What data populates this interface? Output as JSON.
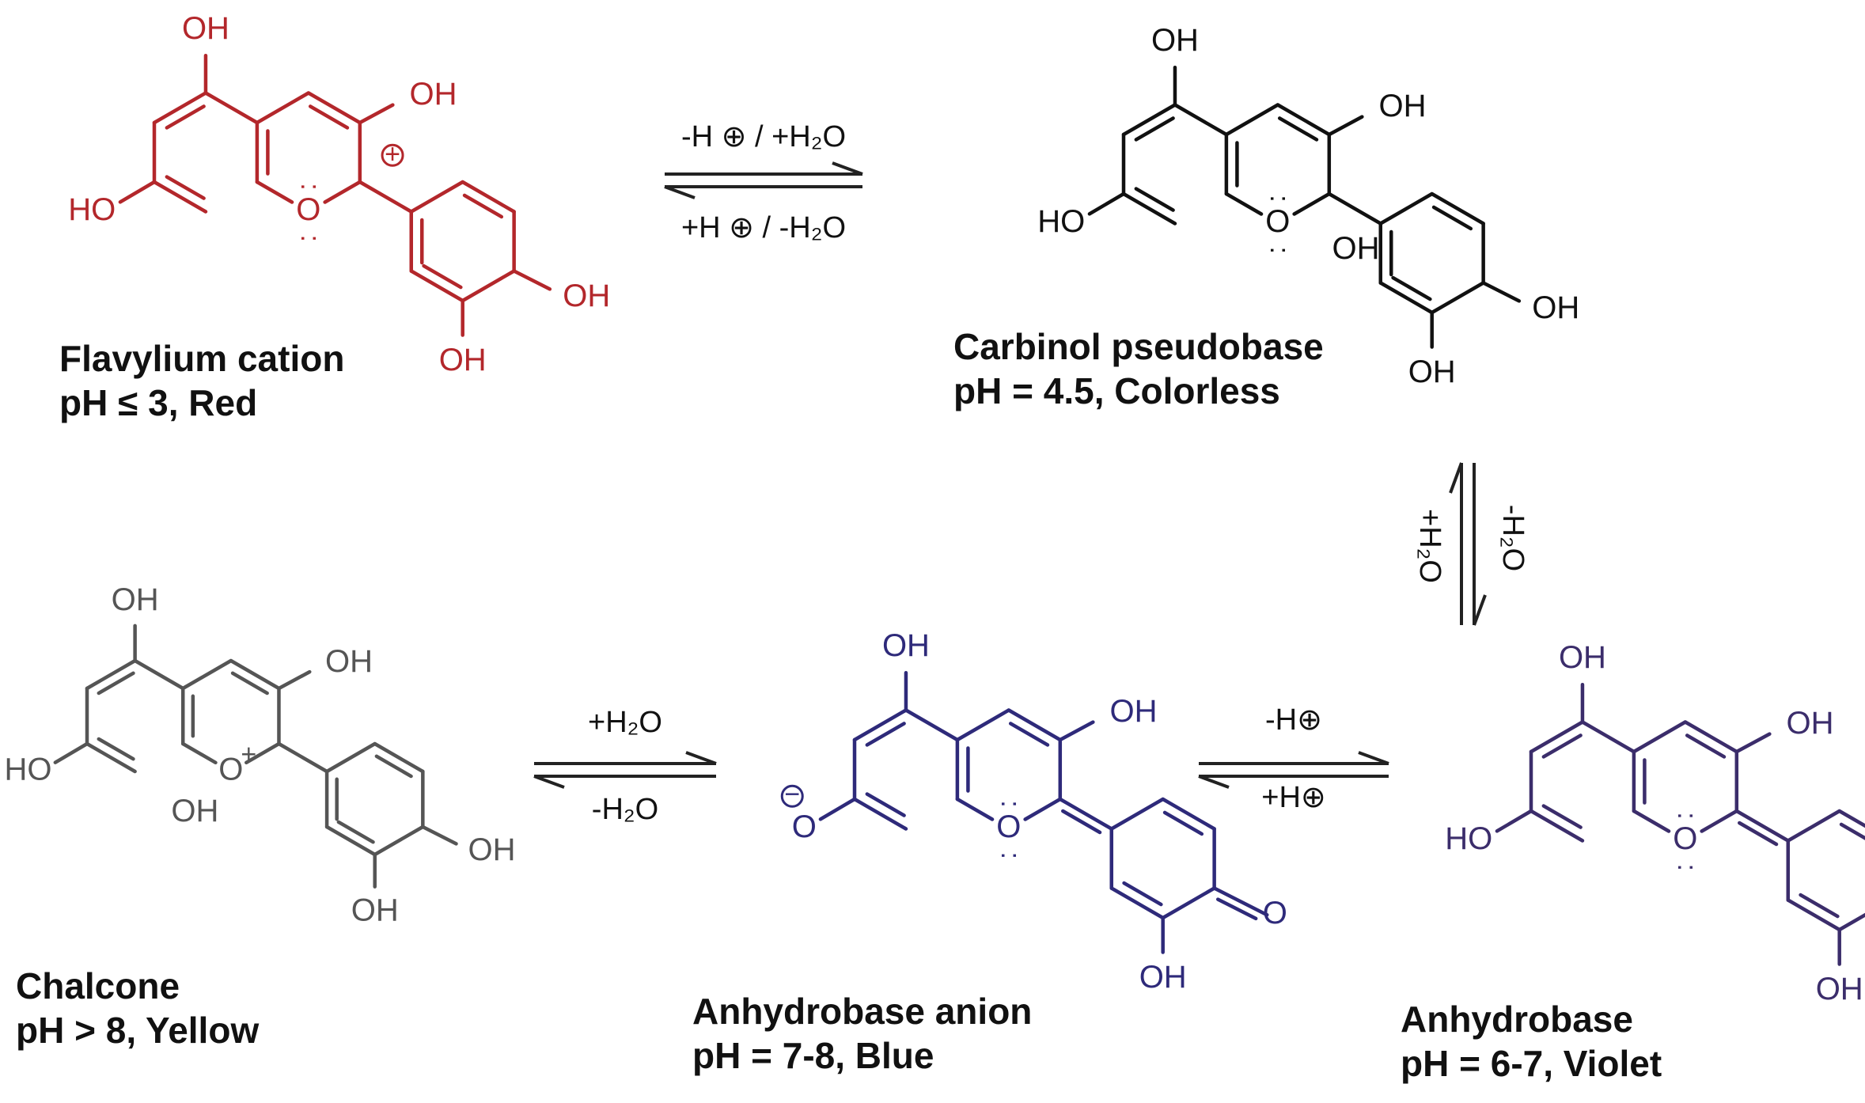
{
  "colors": {
    "flavylium": "#b3272b",
    "carbinol": "#111111",
    "chalcone": "#555555",
    "anion": "#2e2a7a",
    "anhydrobase": "#3b2d6b",
    "caption": "#111111"
  },
  "atoms": {
    "OH": "OH",
    "HO": "HO",
    "O": "O",
    "O_plus": "O+",
    "plus": "+",
    "minus": "−",
    "lone_pair": ":"
  },
  "structures": {
    "flavylium": {
      "name": "Flavylium cation",
      "condition": "pH  ≤ 3, Red"
    },
    "carbinol": {
      "name": "Carbinol pseudobase",
      "condition": "pH = 4.5, Colorless"
    },
    "chalcone": {
      "name": "Chalcone",
      "condition": "pH > 8, Yellow"
    },
    "anion": {
      "name": "Anhydrobase anion",
      "condition": "pH = 7-8, Blue"
    },
    "anhydrobase": {
      "name": "Anhydrobase",
      "condition": "pH = 6-7, Violet"
    }
  },
  "reactions": {
    "flav_carb": {
      "forward": "-H ⊕ / +H₂O",
      "reverse": "+H ⊕ / -H₂O"
    },
    "carb_anhydro": {
      "left": "+H₂O",
      "right": "-H₂O"
    },
    "anion_anhydro": {
      "forward": "-H⊕",
      "reverse": "+H⊕"
    },
    "chalcone_anion": {
      "forward": "+H₂O",
      "reverse": "-H₂O"
    }
  }
}
